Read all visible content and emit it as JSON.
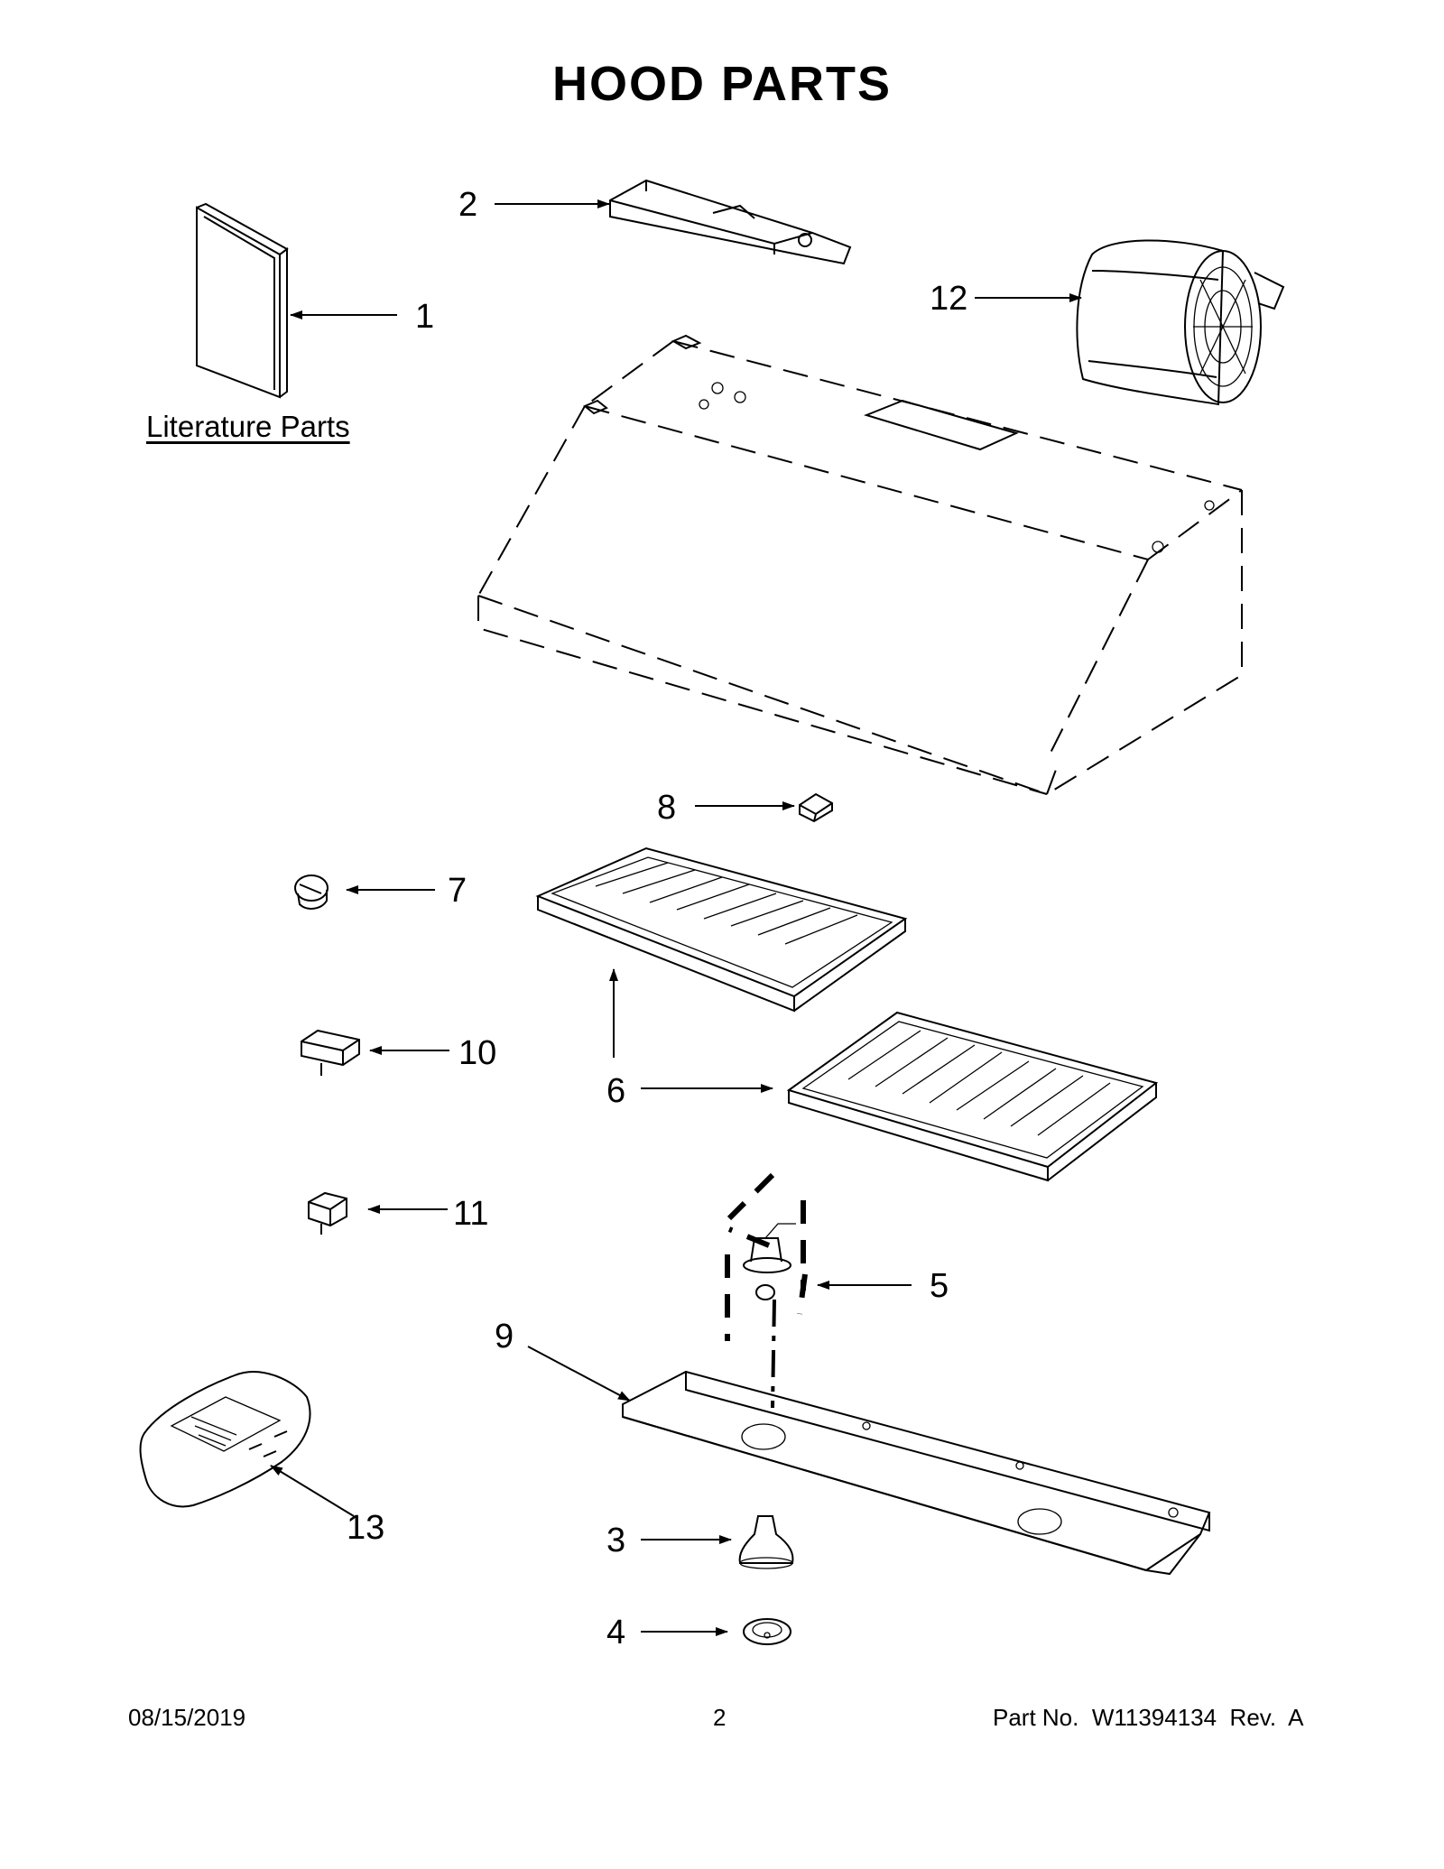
{
  "page": {
    "title": "HOOD PARTS",
    "literature_label": "Literature Parts"
  },
  "callouts": {
    "c1": "1",
    "c2": "2",
    "c3": "3",
    "c4": "4",
    "c5": "5",
    "c6": "6",
    "c7": "7",
    "c8": "8",
    "c9": "9",
    "c10": "10",
    "c11": "11",
    "c12": "12",
    "c13": "13"
  },
  "footer": {
    "date": "08/15/2019",
    "page_number": "2",
    "part_number": "Part No.  W11394134  Rev.  A"
  }
}
